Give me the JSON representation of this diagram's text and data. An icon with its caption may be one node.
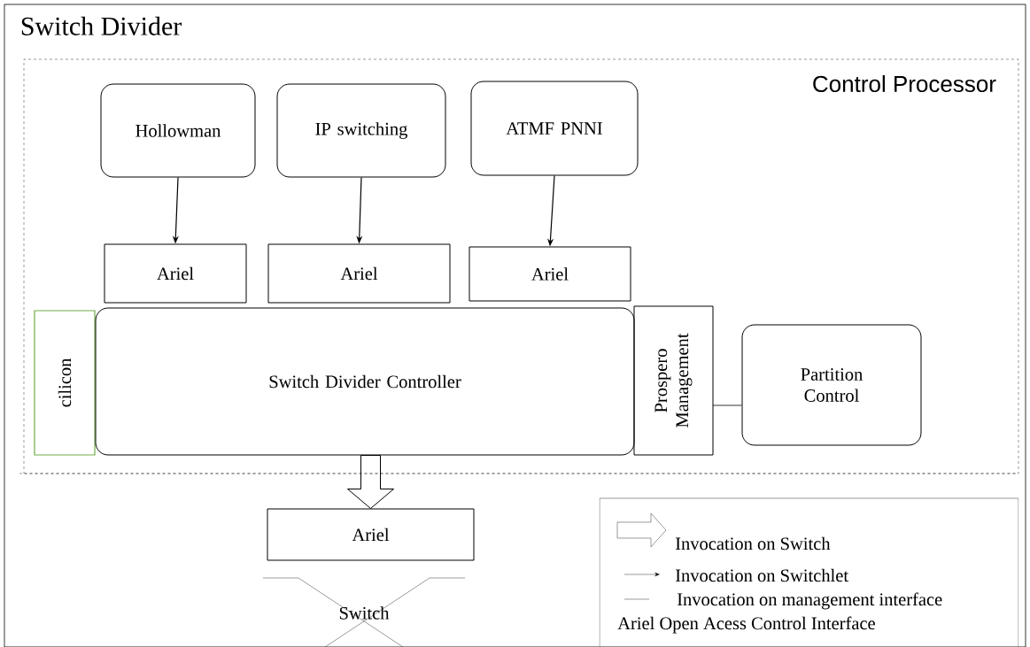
{
  "diagram": {
    "nodes": [
      {
        "text": [
          "Switch Divider"
        ]
      },
      {
        "text": [
          "Control Processor"
        ],
        "in": 0
      },
      {
        "text": [
          "Hollowman"
        ],
        "in": 1
      },
      {
        "text": [
          "IP switching"
        ],
        "in": 1
      },
      {
        "text": [
          "ATMF PNNI"
        ],
        "in": 1
      },
      {
        "text": [
          "Ariel"
        ],
        "in": 1
      },
      {
        "text": [
          "Ariel"
        ],
        "in": 1
      },
      {
        "text": [
          "Ariel"
        ],
        "in": 1
      },
      {
        "text": [
          "cilicon"
        ],
        "in": 1
      },
      {
        "text": [
          "Switch Divider Controller"
        ],
        "in": 1
      },
      {
        "text": [
          "Prospero Management"
        ],
        "in": 1
      },
      {
        "text": [
          "Partition Control"
        ],
        "in": 1
      },
      {
        "text": [
          "Ariel"
        ],
        "in": 0
      },
      {
        "text": [
          "Switch"
        ],
        "in": 0
      }
    ],
    "edges": [
      {
        "from": 2,
        "to": 5,
        "arrow": "to"
      },
      {
        "from": 3,
        "to": 6,
        "arrow": "to"
      },
      {
        "from": 4,
        "to": 7,
        "arrow": "to"
      },
      {
        "from": 10,
        "to": 11,
        "arrow": "none"
      },
      {
        "from": 9,
        "to": 12,
        "arrow": "to",
        "style": "thick"
      }
    ],
    "legend": [
      {
        "text": "Invocation on Switch"
      },
      {
        "text": "Invocation on Switchlet"
      },
      {
        "text": "Invocation on management interface"
      },
      {
        "text": "Ariel Open Acess Control Interface"
      }
    ]
  }
}
